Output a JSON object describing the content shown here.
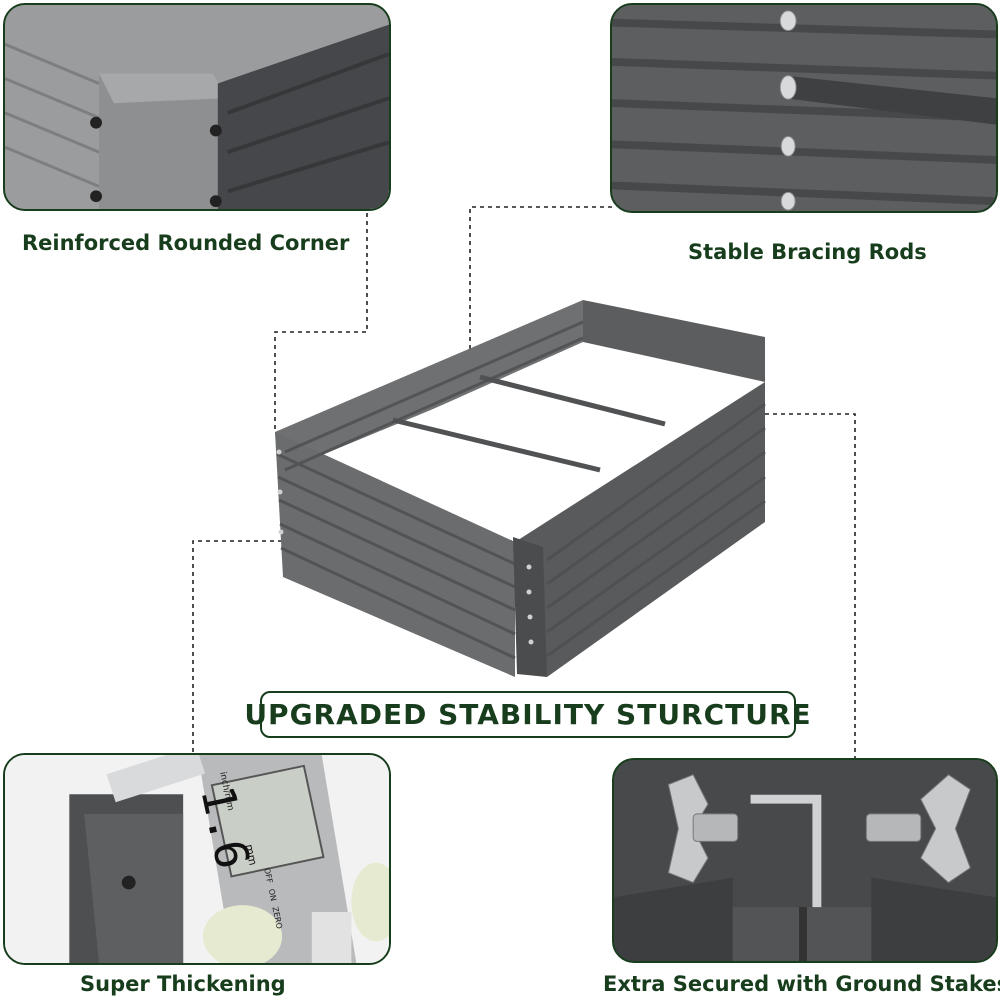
{
  "captions": {
    "corner": "Reinforced Rounded Corner",
    "bracing": "Stable Bracing Rods",
    "thickness": "Super Thickening",
    "stakes": "Extra Secured with Ground Stakes"
  },
  "headline": "UPGRADED STABILITY STURCTURE",
  "caliper": {
    "reading": "1.6",
    "unit": "mm",
    "unit_label": "inch/mm",
    "buttons": [
      "OFF",
      "ON",
      "ZERO"
    ]
  },
  "colors": {
    "caption_green": "#173d1c",
    "steel_gray": "#5f6163",
    "background": "#ffffff"
  }
}
